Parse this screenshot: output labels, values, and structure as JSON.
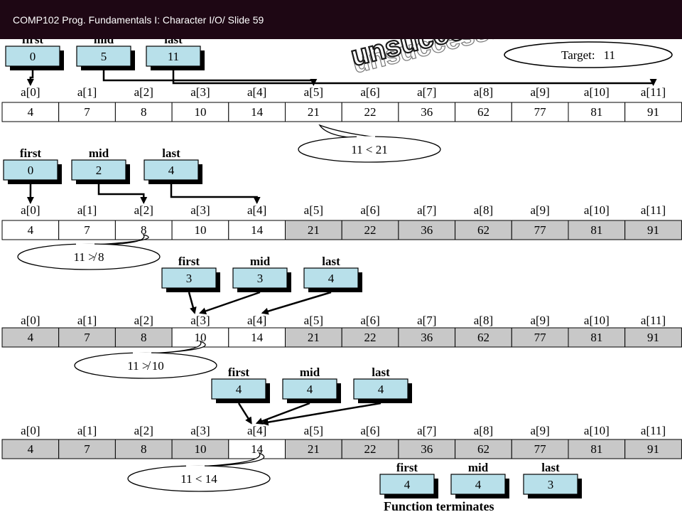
{
  "header": {
    "title": "COMP102 Prog. Fundamentals I: Character I/O/ Slide 59"
  },
  "stamp": {
    "text": "unsuccessful"
  },
  "target": {
    "label": "Target:",
    "value": "11"
  },
  "array_values": [
    4,
    7,
    8,
    10,
    14,
    21,
    22,
    36,
    62,
    77,
    81,
    91
  ],
  "array_labels": [
    "a[0]",
    "a[1]",
    "a[2]",
    "a[3]",
    "a[4]",
    "a[5]",
    "a[6]",
    "a[7]",
    "a[8]",
    "a[9]",
    "a[10]",
    "a[11]"
  ],
  "var_names": {
    "first": "first",
    "mid": "mid",
    "last": "last"
  },
  "steps": [
    {
      "first": "0",
      "mid": "5",
      "last": "11",
      "active": [
        0,
        11
      ],
      "comparison": "11 < 21",
      "compare_index": 5
    },
    {
      "first": "0",
      "mid": "2",
      "last": "4",
      "active": [
        0,
        4
      ],
      "comparison": "11 ≯ 8",
      "compare_index": 2
    },
    {
      "first": "3",
      "mid": "3",
      "last": "4",
      "active": [
        3,
        4
      ],
      "comparison": "11 ≯ 10",
      "compare_index": 3
    },
    {
      "first": "4",
      "mid": "4",
      "last": "4",
      "active": [
        4,
        4
      ],
      "comparison": "11 < 14",
      "compare_index": 4
    }
  ],
  "final_state": {
    "first": "4",
    "mid": "4",
    "last": "3"
  },
  "terminate_text": "Function terminates",
  "colors": {
    "box_fill": "#b8e0ea",
    "inactive_cell": "#c8c8c8",
    "header_bg": "#1e0714",
    "stamp": "#1a1a1a"
  }
}
